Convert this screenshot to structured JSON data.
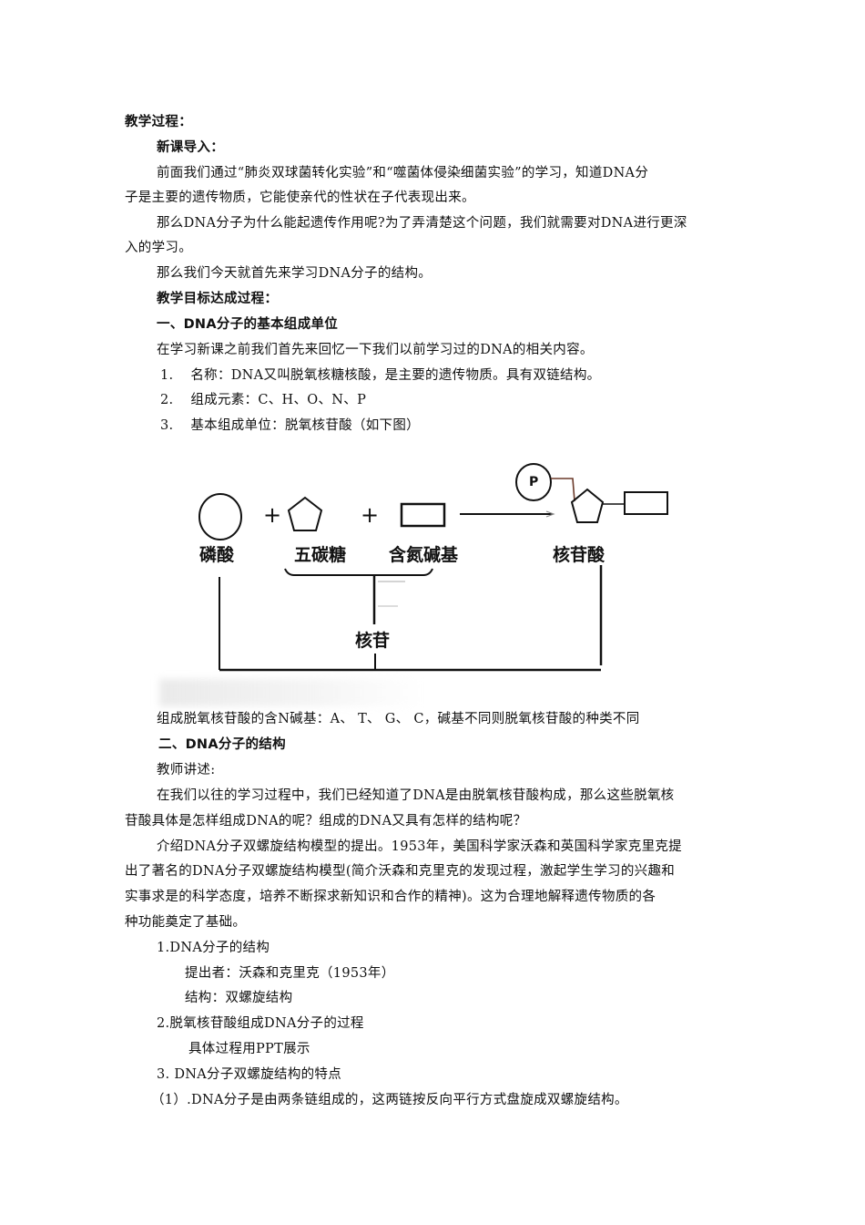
{
  "document": {
    "heading_teaching_process": "教学过程：",
    "heading_new_lesson_intro": "新课导入：",
    "intro_paragraph": {
      "line1": "前面我们通过“肺炎双球菌转化实验”和“噬菌体侵染细菌实验”的学习，知道DNA分",
      "line2": "子是主要的遗传物质，它能使亲代的性状在子代表现出来。"
    },
    "question_paragraph": {
      "line1": "那么DNA分子为什么能起遗传作用呢?为了弄清楚这个问题，我们就需要对DNA进行更深",
      "line2": "入的学习。"
    },
    "today_topic": "那么我们今天就首先来学习DNA分子的结构。",
    "heading_objectives": "教学目标达成过程：",
    "section1": {
      "title": "一、DNA分子的基本组成单位",
      "recall": "在学习新课之前我们首先来回忆一下我们以前学习过的DNA的相关内容。",
      "items": [
        {
          "num": "1.",
          "text": "名称：DNA又叫脱氧核糖核酸，是主要的遗传物质。具有双链结构。"
        },
        {
          "num": "2.",
          "text": "组成元素：C、H、O、N、P"
        },
        {
          "num": "3.",
          "text": "基本组成单位：脱氧核苷酸（如下图）"
        }
      ],
      "bases_note": "组成脱氧核苷酸的含N碱基：A、 T、 G、 C，碱基不同则脱氧核苷酸的种类不同"
    },
    "diagram": {
      "labels": {
        "phosphate": "磷酸",
        "pentose": "五碳糖",
        "base": "含氮碱基",
        "nucleotide": "核苷酸",
        "nucleoside": "核苷"
      },
      "plus_sign": "+",
      "phosphate_symbol": "P"
    },
    "section2": {
      "title": "二、DNA分子的结构",
      "teacher_narration": "教师讲述:",
      "para1": {
        "line1": "在我们以往的学习过程中，我们已经知道了DNA是由脱氧核苷酸构成，那么这些脱氧核",
        "line2": "苷酸具体是怎样组成DNA的呢？组成的DNA又具有怎样的结构呢？"
      },
      "para2": {
        "line1": "介绍DNA分子双螺旋结构模型的提出。1953年，美国科学家沃森和英国科学家克里克提",
        "line2": "出了著名的DNA分子双螺旋结构模型(简介沃森和克里克的发现过程，激起学生学习的兴趣和",
        "line3": "实事求是的科学态度，培养不断探求新知识和合作的精神)。这为合理地解释遗传物质的各",
        "line4": "种功能奠定了基础。"
      },
      "sub1": {
        "title": "1.DNA分子的结构",
        "proposer": "提出者：沃森和克里克（1953年）",
        "structure": "结构：双螺旋结构"
      },
      "sub2": {
        "title": "2.脱氧核苷酸组成DNA分子的过程",
        "detail": "具体过程用PPT展示"
      },
      "sub3": {
        "title": "3. DNA分子双螺旋结构的特点",
        "point1": "（1）.DNA分子是由两条链组成的，这两链按反向平行方式盘旋成双螺旋结构。"
      }
    }
  }
}
